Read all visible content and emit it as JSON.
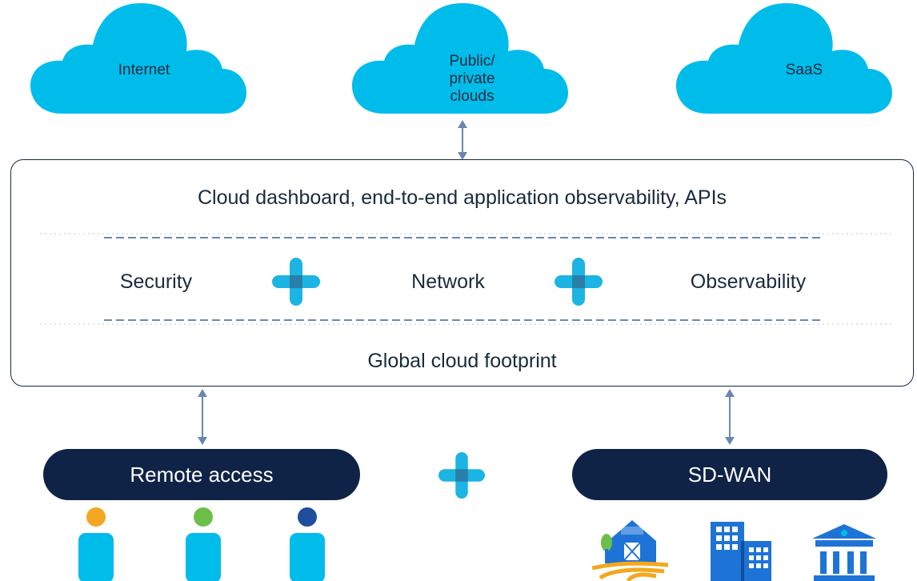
{
  "clouds": {
    "internet": "Internet",
    "public_private": [
      "Public/",
      "private",
      "clouds"
    ],
    "saas": "SaaS"
  },
  "panel": {
    "top_line": "Cloud dashboard, end-to-end application observability, APIs",
    "pillars": [
      "Security",
      "Network",
      "Observability"
    ],
    "bottom_line": "Global cloud footprint"
  },
  "access": {
    "remote": "Remote access",
    "sdwan": "SD-WAN"
  },
  "colors": {
    "cloud": "#00bceb",
    "navy": "#0f2347",
    "plus_cyan": "#1cb4e3",
    "plus_center": "#2a7fa8",
    "arrow": "#6b87b0",
    "user_orange": "#f5a623",
    "user_green": "#6cc04a",
    "user_navy": "#1f4f9c",
    "building_blue": "#1e73d6",
    "farm_yellow": "#f4a81d"
  },
  "icons": [
    "cloud-icon",
    "plus-icon",
    "user-icon",
    "farm-icon",
    "office-building-icon",
    "bank-icon",
    "double-arrow-icon"
  ]
}
